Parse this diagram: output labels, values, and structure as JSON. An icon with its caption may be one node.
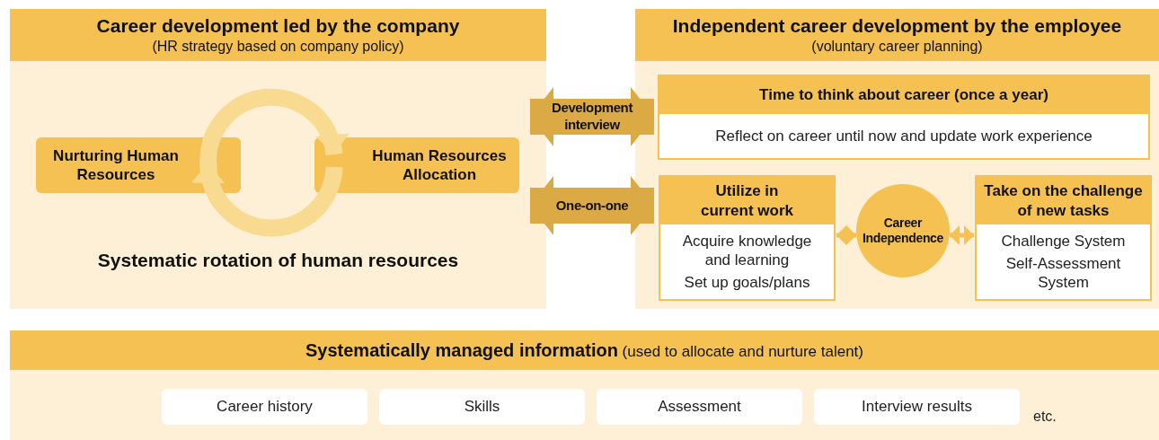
{
  "diagram": {
    "nodes": [
      {
        "text": [
          "Career development led by the company",
          "(HR strategy based on company policy)",
          "Systematic rotation of human resources"
        ]
      },
      {
        "text": [
          "Nurturing Human Resources"
        ],
        "in": 0
      },
      {
        "text": [
          "Human Resources Allocation"
        ],
        "in": 0
      },
      {
        "text": [
          "Independent career development by the employee",
          "(voluntary career planning)"
        ]
      },
      {
        "text": [
          "Time to think about career (once a year)",
          "Reflect on career until now and update work experience"
        ],
        "in": 3
      },
      {
        "text": [
          "Utilize in current work",
          "Acquire knowledge and learning",
          "Set up goals/plans"
        ],
        "in": 3
      },
      {
        "text": [
          "Career Independence"
        ],
        "in": 3
      },
      {
        "text": [
          "Take on the challenge of new tasks",
          "Challenge System",
          "Self-Assessment System"
        ],
        "in": 3
      },
      {
        "text": [
          "**Systematically managed information** (used to allocate and nurture talent)"
        ]
      },
      {
        "text": [
          "Career history"
        ],
        "in": 8
      },
      {
        "text": [
          "Skills"
        ],
        "in": 8
      },
      {
        "text": [
          "Assessment"
        ],
        "in": 8
      },
      {
        "text": [
          "Interview results"
        ],
        "in": 8
      }
    ],
    "edges": [
      {
        "from": 1,
        "to": 2,
        "arrow": "to",
        "color": "#f8da90"
      },
      {
        "from": 2,
        "to": 1,
        "arrow": "to",
        "color": "#f8da90"
      },
      {
        "from": 0,
        "to": 3,
        "arrow": "both",
        "label": "Development interview",
        "style": "thick",
        "color": "#dcaa45"
      },
      {
        "from": 0,
        "to": 3,
        "arrow": "both",
        "label": "One-on-one",
        "style": "thick",
        "color": "#dcaa45"
      },
      {
        "from": 6,
        "to": 5,
        "arrow": "both"
      },
      {
        "from": 6,
        "to": 7,
        "arrow": "both"
      }
    ],
    "labels": [
      "etc."
    ]
  }
}
